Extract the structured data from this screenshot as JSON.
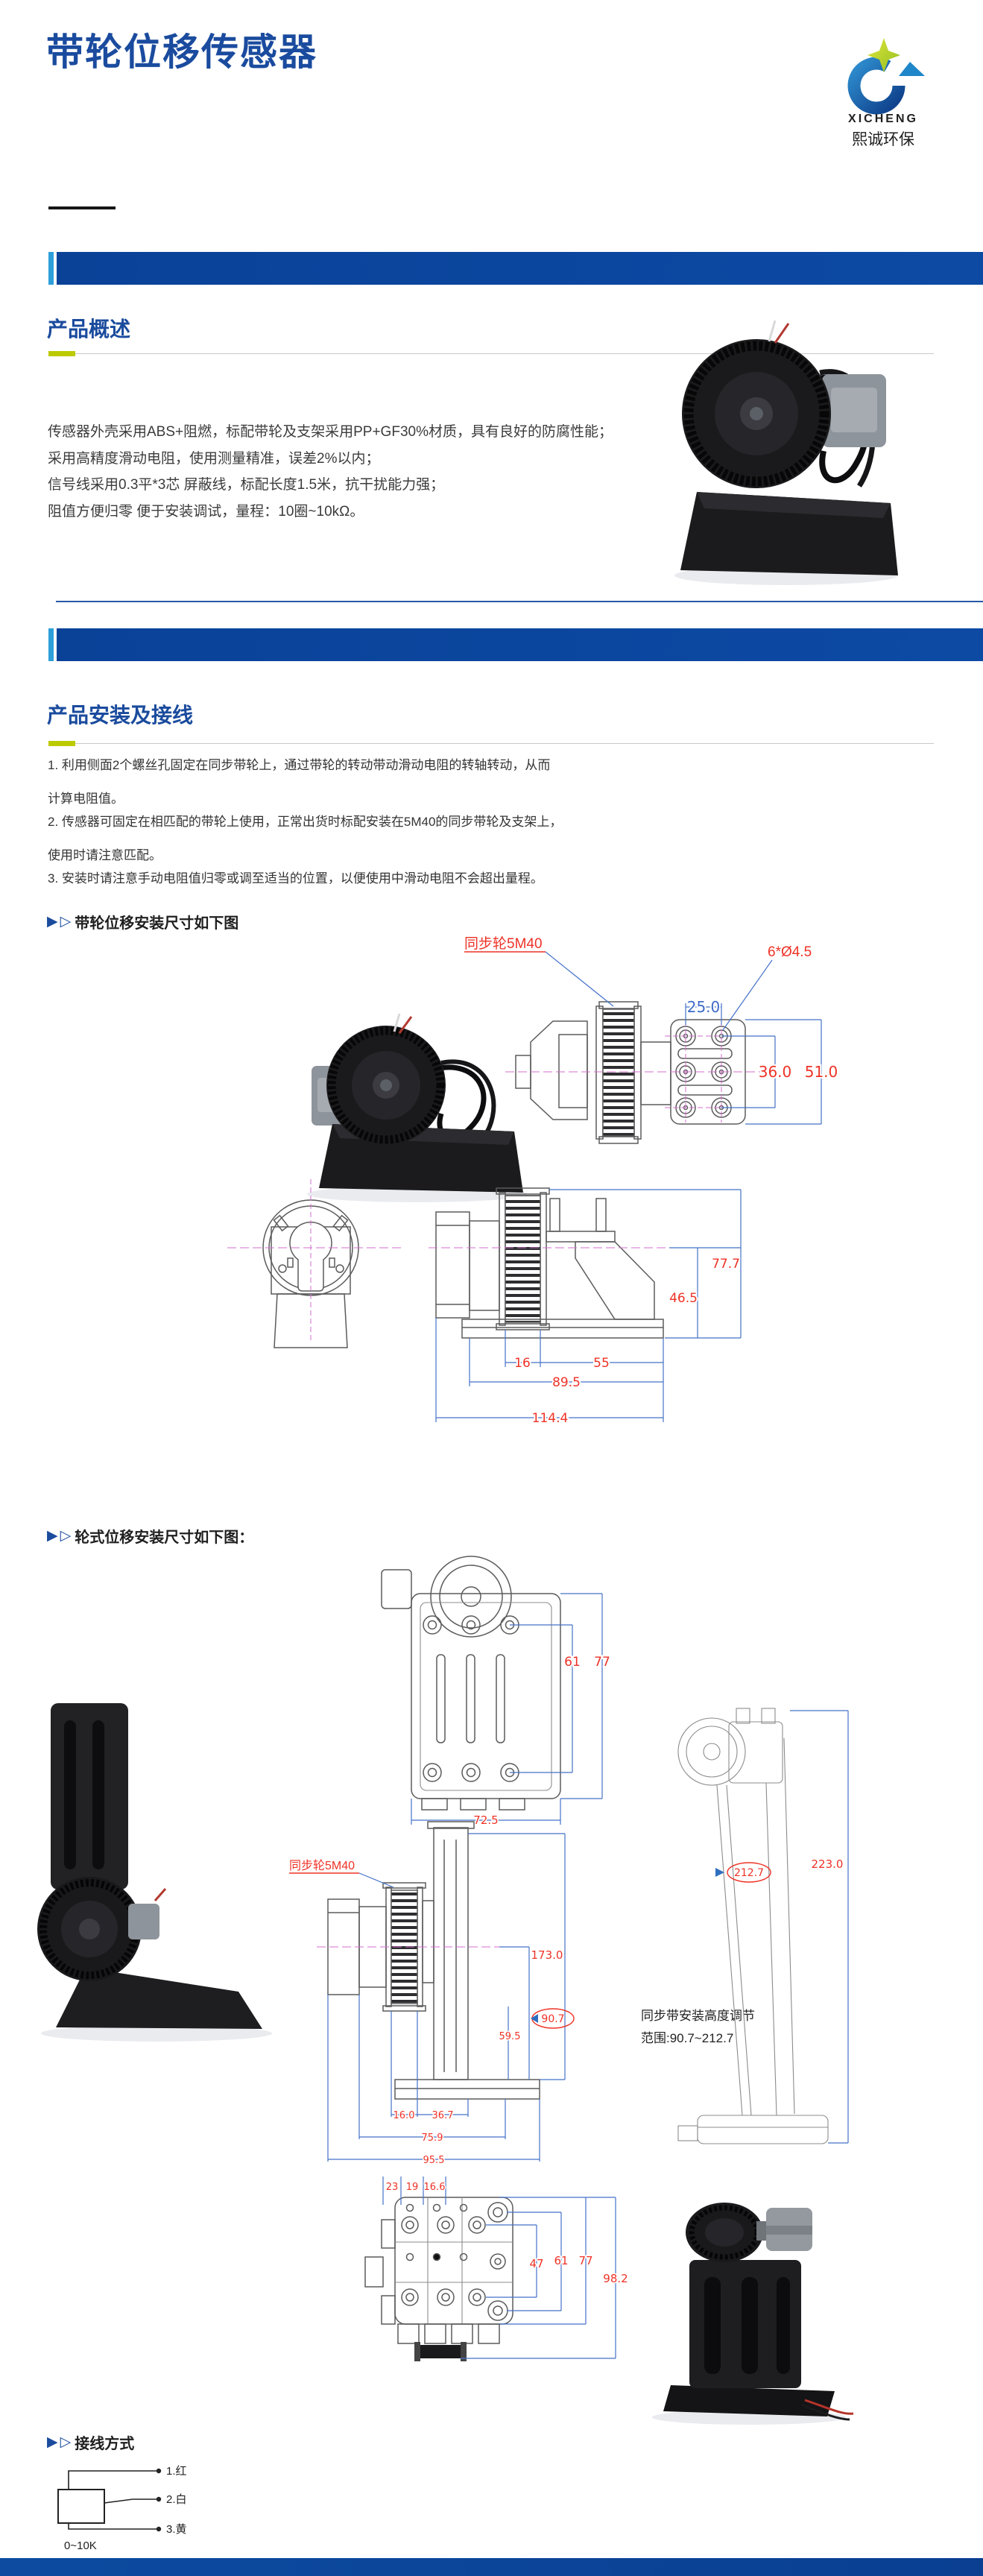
{
  "header": {
    "title": "带轮位移传感器",
    "logo": {
      "name_en": "XICHENG",
      "name_cn": "熙诚环保"
    }
  },
  "icons": {
    "marker_filled": "▶",
    "marker_outline": "▷"
  },
  "overview": {
    "heading": "产品概述",
    "lines": [
      "传感器外壳采用ABS+阻燃，标配带轮及支架采用PP+GF30%材质，具有良好的防腐性能；",
      "采用高精度滑动电阻，使用测量精准，误差2%以内；",
      "信号线采用0.3平*3芯 屏蔽线，标配长度1.5米，抗干扰能力强；",
      "阻值方便归零 便于安装调试，量程：10圈~10kΩ。"
    ]
  },
  "install": {
    "heading": "产品安装及接线",
    "steps": [
      "1. 利用侧面2个螺丝孔固定在同步带轮上，通过带轮的转动带动滑动电阻的转轴转动，从而",
      "计算电阻值。",
      "2. 传感器可固定在相匹配的带轮上使用，正常出货时标配安装在5M40的同步带轮及支架上，",
      "使用时请注意匹配。",
      "3. 安装时请注意手动电阻值归零或调至适当的位置，以便使用中滑动电阻不会超出量程。"
    ]
  },
  "fig1": {
    "caption": "带轮位移安装尺寸如下图",
    "pulley_label": "同步轮5M40",
    "holes_label": "6*Ø4.5",
    "dims": {
      "w25": "25.0",
      "h36": "36.0",
      "h51": "51.0",
      "h777": "77.7",
      "h465": "46.5",
      "w16": "16",
      "w55": "55",
      "w895": "89.5",
      "w1144": "114.4"
    }
  },
  "fig2": {
    "caption": "轮式位移安装尺寸如下图：",
    "pulley_label": "同步轮5M40",
    "note_line1": "同步带安装高度调节",
    "note_line2": "范围:90.7~212.7",
    "dims": {
      "t61": "61",
      "t77": "77",
      "t725": "72.5",
      "m173": "173.0",
      "m907": "90.7",
      "m595": "59.5",
      "m160": "16.0",
      "m367": "36.7",
      "m759": "75.9",
      "m955": "95.5",
      "r223": "223.0",
      "r2127": "212.7",
      "b23": "23",
      "b19": "19",
      "b166": "16.6",
      "b47": "47",
      "b61": "61",
      "b77": "77",
      "b982": "98.2"
    }
  },
  "wiring": {
    "caption": "接线方式",
    "pins": [
      "1.红",
      "2.白",
      "3.黄"
    ],
    "range_label": "0~10K"
  }
}
